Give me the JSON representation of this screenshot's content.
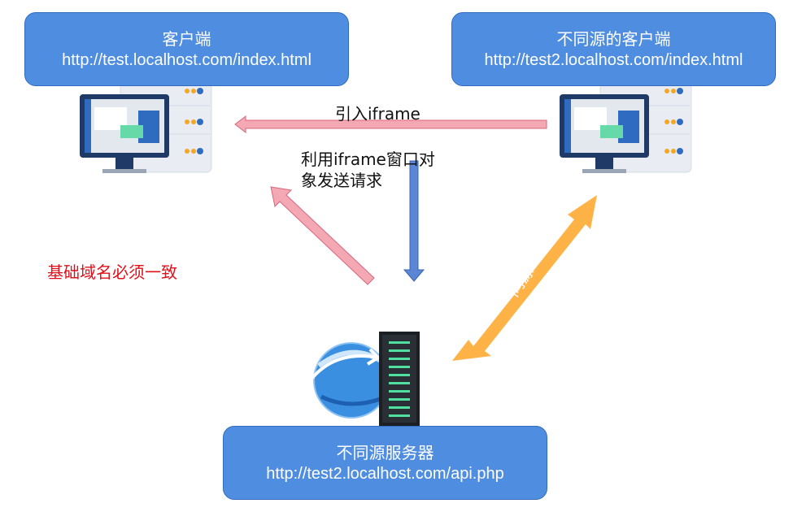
{
  "boxes": {
    "client": {
      "title": "客户端",
      "url": "http://test.localhost.com/index.html"
    },
    "cross_origin_client": {
      "title": "不同源的客户端",
      "url": "http://test2.localhost.com/index.html"
    },
    "cross_origin_server": {
      "title": "不同源服务器",
      "url": "http://test2.localhost.com/api.php"
    }
  },
  "labels": {
    "introduce_iframe": "引入iframe",
    "send_request_line1": "利用iframe窗口对",
    "send_request_line2": "象发送请求",
    "same_base_domain": "基础域名必须一致",
    "same_origin": "同源"
  },
  "icons": {
    "left_computer": "desktop-server-icon",
    "right_computer": "desktop-server-icon",
    "server": "globe-server-icon"
  },
  "colors": {
    "box_fill": "#4f8de0",
    "arrow_pink": "#f08a9b",
    "arrow_blue": "#5b86d6",
    "arrow_orange": "#ffb347",
    "warning_text": "#e0101a"
  }
}
